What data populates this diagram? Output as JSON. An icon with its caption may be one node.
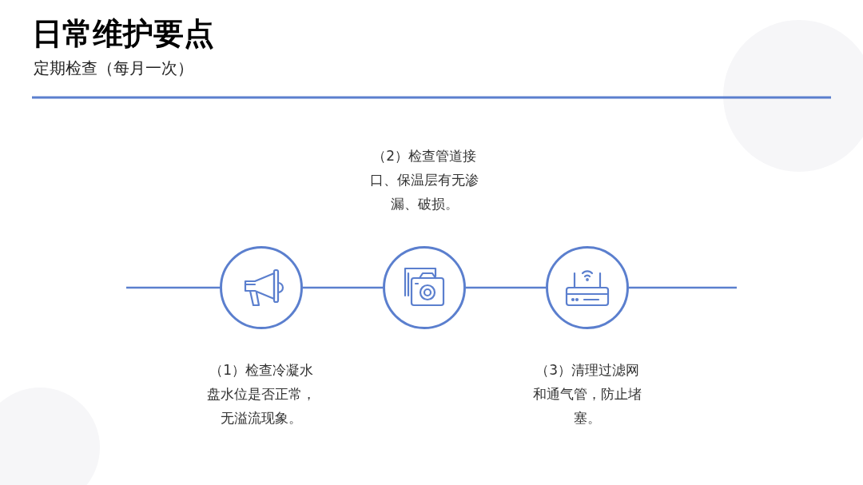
{
  "diagram": {
    "title": "日常维护要点",
    "nodes": [
      {
        "text": [],
        "shape": "circle",
        "beside": [
          "（1）检查冷凝水盘水位是否正常，无溢流现象。"
        ]
      },
      {
        "text": [],
        "shape": "circle",
        "beside": [
          "（2）检查管道接口、保温层有无渗漏、破损。"
        ]
      },
      {
        "text": [],
        "shape": "circle",
        "beside": [
          "（3）清理过滤网和通气管，防止堵塞。"
        ]
      }
    ],
    "edges": [
      {
        "from": null,
        "to": 0,
        "arrow": "none"
      },
      {
        "from": 0,
        "to": 1,
        "arrow": "none"
      },
      {
        "from": 1,
        "to": 2,
        "arrow": "none"
      },
      {
        "from": 2,
        "to": null,
        "arrow": "none"
      }
    ],
    "labels": [
      "定期检查（每月一次）"
    ]
  }
}
